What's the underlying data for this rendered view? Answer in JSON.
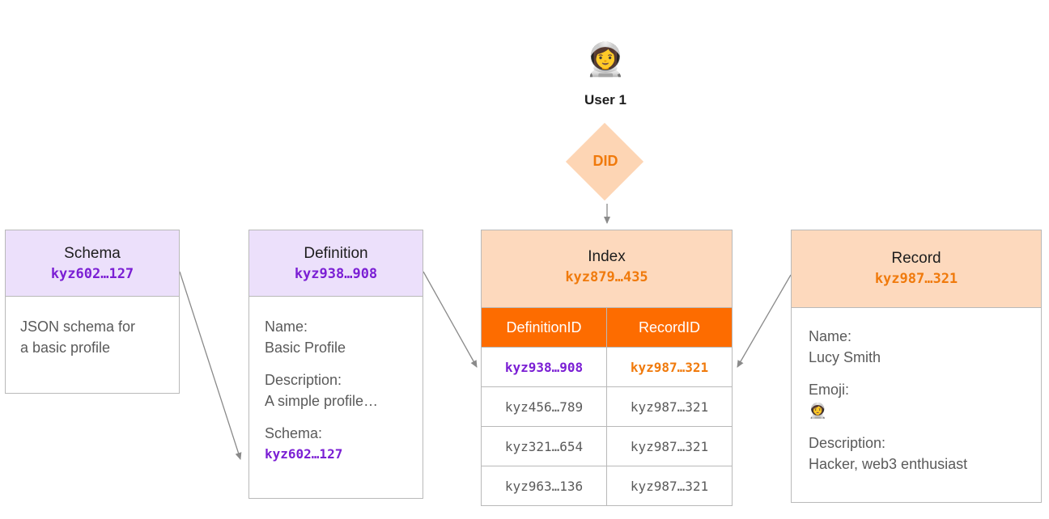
{
  "user": {
    "emoji": "👩‍🚀",
    "name": "User 1"
  },
  "did": {
    "label": "DID"
  },
  "schema": {
    "title": "Schema",
    "id": "kyz602…127",
    "body": [
      "JSON schema for",
      "a basic profile"
    ]
  },
  "definition": {
    "title": "Definition",
    "id": "kyz938…908",
    "name_label": "Name:",
    "name_value": "Basic Profile",
    "desc_label": "Description:",
    "desc_value": "A simple profile…",
    "schema_label": "Schema:",
    "schema_value": "kyz602…127"
  },
  "index": {
    "title": "Index",
    "id": "kyz879…435",
    "columns": [
      "DefinitionID",
      "RecordID"
    ],
    "rows": [
      [
        "kyz938…908",
        "kyz987…321"
      ],
      [
        "kyz456…789",
        "kyz987…321"
      ],
      [
        "kyz321…654",
        "kyz987…321"
      ],
      [
        "kyz963…136",
        "kyz987…321"
      ]
    ]
  },
  "record": {
    "title": "Record",
    "id": "kyz987…321",
    "name_label": "Name:",
    "name_value": "Lucy Smith",
    "emoji_label": "Emoji:",
    "emoji_value": "👩‍🚀",
    "desc_label": "Description:",
    "desc_value": "Hacker, web3 enthusiast"
  },
  "colors": {
    "purple": "#7b1fd4",
    "orange": "#f07a0c",
    "header_orange": "#fd6c00",
    "purple_bg": "#ece0fb",
    "peach_bg": "#fdd9bd"
  }
}
